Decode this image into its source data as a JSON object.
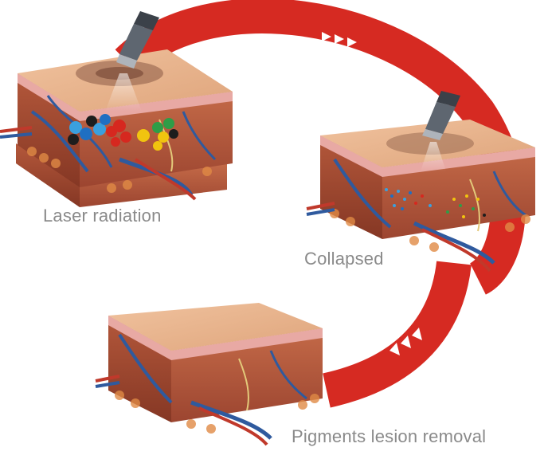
{
  "stages": [
    {
      "label": "Laser radiation"
    },
    {
      "label": "Collapsed"
    },
    {
      "label": "Pigments lesion removal"
    }
  ],
  "colors": {
    "arrow_band": "#d62a22",
    "arrow_chevron": "#ffffff",
    "skin_top": "#e9b58e",
    "epidermis": "#e8a9a4",
    "dermis": "#b85a3c",
    "fat": "#e08a45",
    "vein": "#2f5a9e",
    "artery": "#c0392b",
    "nerve": "#e3c97a",
    "label_text": "#8a8a8a"
  },
  "pigments": [
    "#1f6fc2",
    "#3aa0de",
    "#1d1d1d",
    "#d6281f",
    "#f1c40f",
    "#2e9d47"
  ],
  "icons": [
    "laser-handpiece-icon",
    "chevron-arrow-icon"
  ]
}
